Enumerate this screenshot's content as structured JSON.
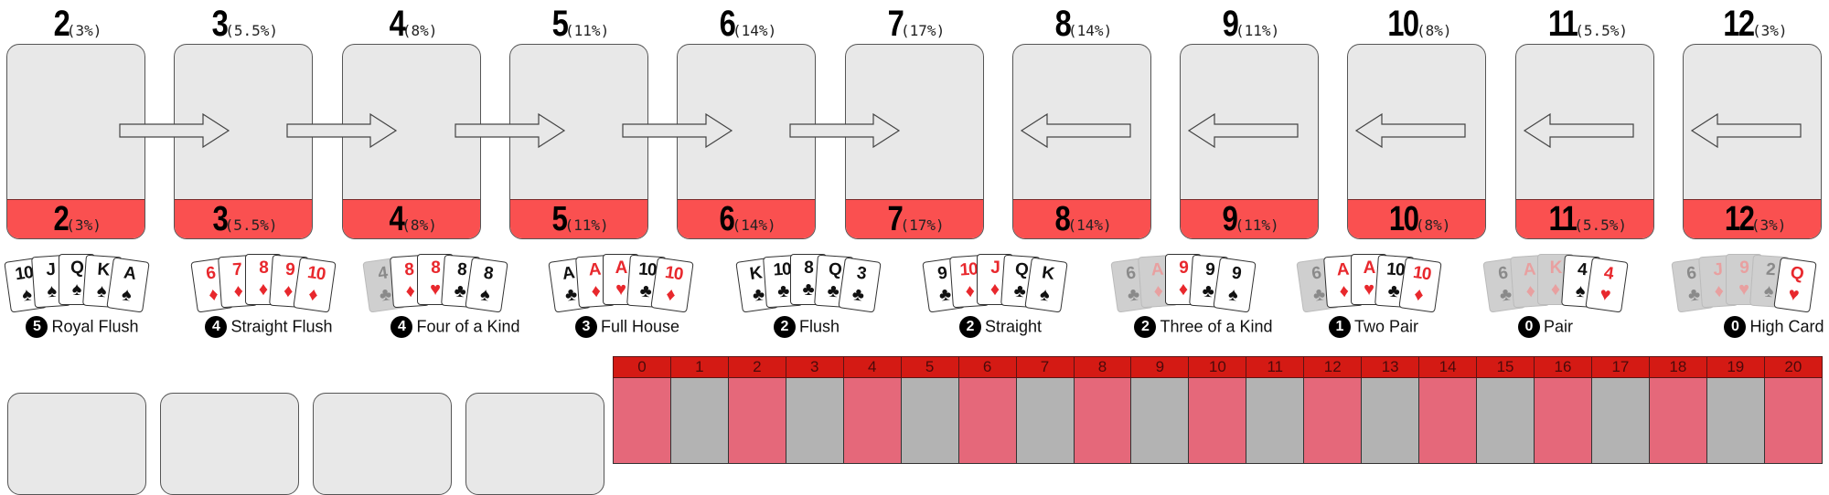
{
  "slots": [
    {
      "number": "2",
      "pct": "(3%)"
    },
    {
      "number": "3",
      "pct": "(5.5%)"
    },
    {
      "number": "4",
      "pct": "(8%)"
    },
    {
      "number": "5",
      "pct": "(11%)"
    },
    {
      "number": "6",
      "pct": "(14%)"
    },
    {
      "number": "7",
      "pct": "(17%)"
    },
    {
      "number": "8",
      "pct": "(14%)"
    },
    {
      "number": "9",
      "pct": "(11%)"
    },
    {
      "number": "10",
      "pct": "(8%)"
    },
    {
      "number": "11",
      "pct": "(5.5%)"
    },
    {
      "number": "12",
      "pct": "(3%)"
    }
  ],
  "arrows": [
    {
      "direction": "right"
    },
    {
      "direction": "right"
    },
    {
      "direction": "right"
    },
    {
      "direction": "right"
    },
    {
      "direction": "right"
    },
    {
      "direction": "left"
    },
    {
      "direction": "left"
    },
    {
      "direction": "left"
    },
    {
      "direction": "left"
    },
    {
      "direction": "left"
    }
  ],
  "hands": [
    {
      "score": "5",
      "name": "Royal Flush",
      "cards": [
        {
          "rank": "10",
          "suit": "♠",
          "color": "blk",
          "dim": false
        },
        {
          "rank": "J",
          "suit": "♠",
          "color": "blk",
          "dim": false
        },
        {
          "rank": "Q",
          "suit": "♠",
          "color": "blk",
          "dim": false
        },
        {
          "rank": "K",
          "suit": "♠",
          "color": "blk",
          "dim": false
        },
        {
          "rank": "A",
          "suit": "♠",
          "color": "blk",
          "dim": false
        }
      ]
    },
    {
      "score": "4",
      "name": "Straight Flush",
      "cards": [
        {
          "rank": "6",
          "suit": "♦",
          "color": "red",
          "dim": false
        },
        {
          "rank": "7",
          "suit": "♦",
          "color": "red",
          "dim": false
        },
        {
          "rank": "8",
          "suit": "♦",
          "color": "red",
          "dim": false
        },
        {
          "rank": "9",
          "suit": "♦",
          "color": "red",
          "dim": false
        },
        {
          "rank": "10",
          "suit": "♦",
          "color": "red",
          "dim": false
        }
      ]
    },
    {
      "score": "4",
      "name": "Four of a Kind",
      "cards": [
        {
          "rank": "4",
          "suit": "♣",
          "color": "blk",
          "dim": true
        },
        {
          "rank": "8",
          "suit": "♦",
          "color": "red",
          "dim": false
        },
        {
          "rank": "8",
          "suit": "♥",
          "color": "red",
          "dim": false
        },
        {
          "rank": "8",
          "suit": "♣",
          "color": "blk",
          "dim": false
        },
        {
          "rank": "8",
          "suit": "♠",
          "color": "blk",
          "dim": false
        }
      ]
    },
    {
      "score": "3",
      "name": "Full House",
      "cards": [
        {
          "rank": "A",
          "suit": "♣",
          "color": "blk",
          "dim": false
        },
        {
          "rank": "A",
          "suit": "♦",
          "color": "red",
          "dim": false
        },
        {
          "rank": "A",
          "suit": "♥",
          "color": "red",
          "dim": false
        },
        {
          "rank": "10",
          "suit": "♣",
          "color": "blk",
          "dim": false
        },
        {
          "rank": "10",
          "suit": "♦",
          "color": "red",
          "dim": false
        }
      ]
    },
    {
      "score": "2",
      "name": "Flush",
      "cards": [
        {
          "rank": "K",
          "suit": "♣",
          "color": "blk",
          "dim": false
        },
        {
          "rank": "10",
          "suit": "♣",
          "color": "blk",
          "dim": false
        },
        {
          "rank": "8",
          "suit": "♣",
          "color": "blk",
          "dim": false
        },
        {
          "rank": "Q",
          "suit": "♣",
          "color": "blk",
          "dim": false
        },
        {
          "rank": "3",
          "suit": "♣",
          "color": "blk",
          "dim": false
        }
      ]
    },
    {
      "score": "2",
      "name": "Straight",
      "cards": [
        {
          "rank": "9",
          "suit": "♣",
          "color": "blk",
          "dim": false
        },
        {
          "rank": "10",
          "suit": "♦",
          "color": "red",
          "dim": false
        },
        {
          "rank": "J",
          "suit": "♦",
          "color": "red",
          "dim": false
        },
        {
          "rank": "Q",
          "suit": "♣",
          "color": "blk",
          "dim": false
        },
        {
          "rank": "K",
          "suit": "♠",
          "color": "blk",
          "dim": false
        }
      ]
    },
    {
      "score": "2",
      "name": "Three of a Kind",
      "cards": [
        {
          "rank": "6",
          "suit": "♣",
          "color": "blk",
          "dim": true
        },
        {
          "rank": "A",
          "suit": "♦",
          "color": "red",
          "dim": true
        },
        {
          "rank": "9",
          "suit": "♦",
          "color": "red",
          "dim": false
        },
        {
          "rank": "9",
          "suit": "♣",
          "color": "blk",
          "dim": false
        },
        {
          "rank": "9",
          "suit": "♠",
          "color": "blk",
          "dim": false
        }
      ]
    },
    {
      "score": "1",
      "name": "Two Pair",
      "cards": [
        {
          "rank": "6",
          "suit": "♣",
          "color": "blk",
          "dim": true
        },
        {
          "rank": "A",
          "suit": "♦",
          "color": "red",
          "dim": false
        },
        {
          "rank": "A",
          "suit": "♥",
          "color": "red",
          "dim": false
        },
        {
          "rank": "10",
          "suit": "♣",
          "color": "blk",
          "dim": false
        },
        {
          "rank": "10",
          "suit": "♦",
          "color": "red",
          "dim": false
        }
      ]
    },
    {
      "score": "0",
      "name": "Pair",
      "cards": [
        {
          "rank": "6",
          "suit": "♣",
          "color": "blk",
          "dim": true
        },
        {
          "rank": "A",
          "suit": "♦",
          "color": "red",
          "dim": true
        },
        {
          "rank": "K",
          "suit": "♦",
          "color": "red",
          "dim": true
        },
        {
          "rank": "4",
          "suit": "♠",
          "color": "blk",
          "dim": false
        },
        {
          "rank": "4",
          "suit": "♥",
          "color": "red",
          "dim": false
        }
      ]
    },
    {
      "score": "0",
      "name": "High Card",
      "cards": [
        {
          "rank": "6",
          "suit": "♣",
          "color": "blk",
          "dim": true
        },
        {
          "rank": "J",
          "suit": "♦",
          "color": "red",
          "dim": true
        },
        {
          "rank": "9",
          "suit": "♥",
          "color": "red",
          "dim": true
        },
        {
          "rank": "2",
          "suit": "♠",
          "color": "blk",
          "dim": true
        },
        {
          "rank": "Q",
          "suit": "♥",
          "color": "red",
          "dim": false
        }
      ]
    }
  ],
  "score_track": {
    "columns": [
      "0",
      "1",
      "2",
      "3",
      "4",
      "5",
      "6",
      "7",
      "8",
      "9",
      "10",
      "11",
      "12",
      "13",
      "14",
      "15",
      "16",
      "17",
      "18",
      "19",
      "20"
    ]
  },
  "empty_cards": 4,
  "colors": {
    "slot_bg": "#e8e8e8",
    "slot_band": "#fa5050",
    "track_header": "#d41a14",
    "track_even": "#e5687a",
    "track_odd": "#b3b3b3"
  }
}
